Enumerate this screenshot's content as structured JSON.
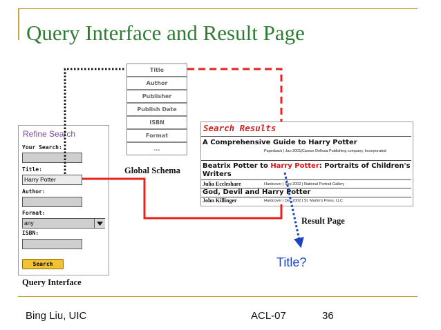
{
  "slide": {
    "title": "Query Interface and Result Page",
    "footer_left": "Bing Liu, UIC",
    "footer_center": "ACL-07",
    "page_number": "36"
  },
  "global_schema": {
    "fields": [
      "Title",
      "Author",
      "Publisher",
      "Publish Date",
      "ISBN",
      "Format",
      "..."
    ],
    "caption": "Global Schema"
  },
  "query_interface": {
    "heading": "Refine Search",
    "your_search_label": "Your Search:",
    "your_search_value": "",
    "title_label": "Title:",
    "title_value": "Harry Potter",
    "author_label": "Author:",
    "author_value": "",
    "format_label": "Format:",
    "format_value": "any",
    "isbn_label": "ISBN:",
    "isbn_value": "",
    "search_button": "Search",
    "caption": "Query Interface"
  },
  "result_page": {
    "heading": "Search Results",
    "results": [
      {
        "title": "A Comprehensive Guide to Harry Potter",
        "meta": "Paperback | Jan 2001|Carson Dellosa Publishing company, Incorporated"
      },
      {
        "title_before": "Beatrix Potter to ",
        "title_highlight": "Harry Potter",
        "title_after": ": Portraits of Children's",
        "title_line2": "Writers",
        "author": "Julia Eccleshare",
        "meta": "Hardcover | Sep 2002 | National Portrait Gallery"
      },
      {
        "title": "God, Devil and Harry Potter",
        "author": "John Killinger",
        "meta": "Hardcover | Dec 2002 | St. Martin's Press, LLC"
      }
    ],
    "caption": "Result Page"
  },
  "annotation": "Title?",
  "colors": {
    "title_green": "#2e7d32",
    "accent_gold": "#c8a43c",
    "connector_red": "#e8221b",
    "connector_black": "#111111",
    "connector_blue": "#1a44c4",
    "button_yellow": "#f2c230"
  }
}
